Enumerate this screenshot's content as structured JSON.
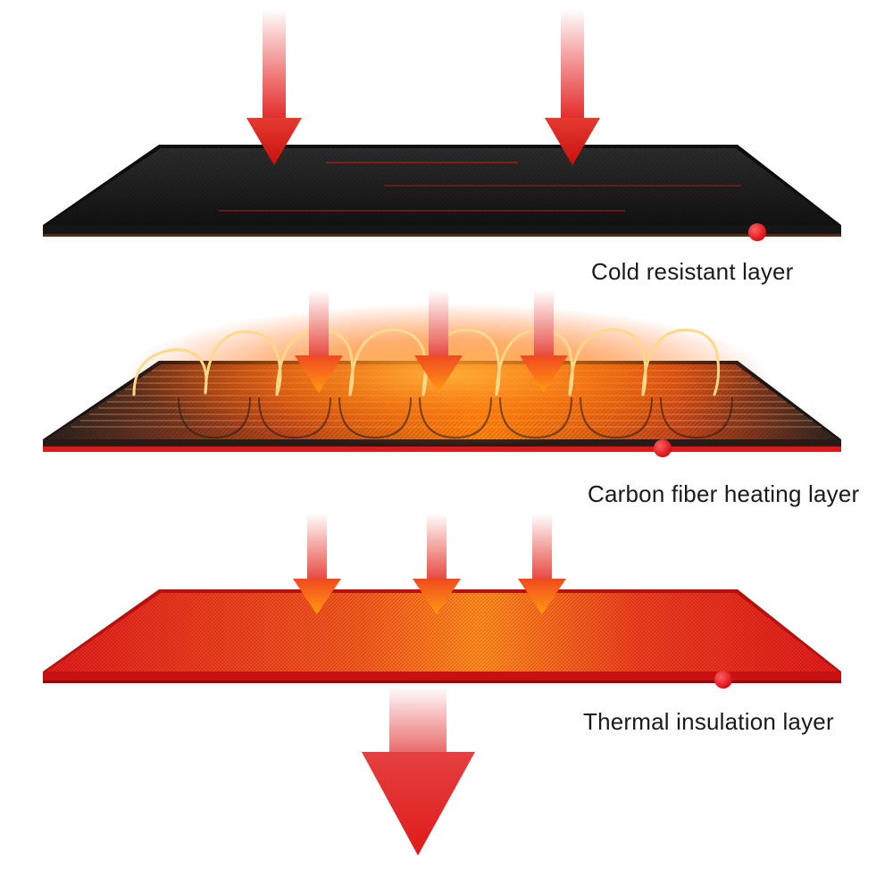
{
  "layers": [
    {
      "name": "Cold resistant layer"
    },
    {
      "name": "Carbon fiber heating layer"
    },
    {
      "name": "Thermal insulation layer"
    }
  ],
  "colors": {
    "arrow_red": "#e0201e",
    "dot_red": "#e3121a",
    "cold_panel": "#1b1b1b",
    "carbon_panel": "#3a2620",
    "carbon_glow": "#ff8a00",
    "thermal_panel": "#e31a1a",
    "thermal_glow": "#ff9a1a",
    "text": "#1a1a1a"
  },
  "icons": [
    "heat-arrow-icon",
    "indicator-dot-icon",
    "heating-coil-icon"
  ]
}
